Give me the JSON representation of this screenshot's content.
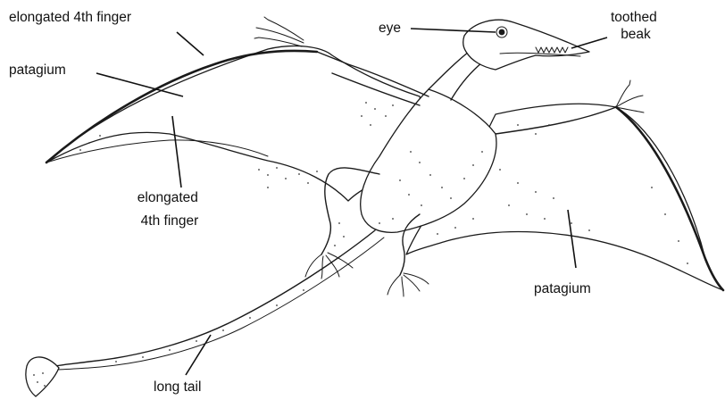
{
  "labels": {
    "elongated_finger_top": "elongated 4th finger",
    "patagium_left": "patagium",
    "eye": "eye",
    "toothed_beak": [
      "toothed",
      "beak"
    ],
    "elongated_finger_mid": [
      "elongated",
      "4th finger"
    ],
    "patagium_right": "patagium",
    "long_tail": "long tail"
  }
}
